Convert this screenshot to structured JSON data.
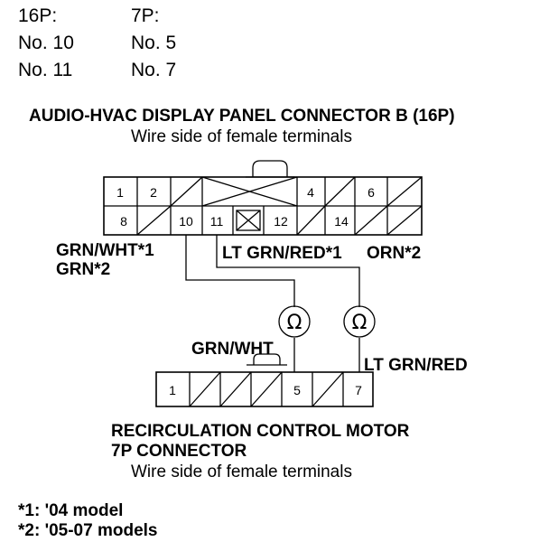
{
  "pin_table": {
    "col1_header": "16P:",
    "col2_header": "7P:",
    "rows": [
      {
        "p16": "No. 10",
        "p7": "No. 5"
      },
      {
        "p16": "No. 11",
        "p7": "No. 7"
      }
    ]
  },
  "connector_b": {
    "title": "AUDIO-HVAC DISPLAY PANEL CONNECTOR B (16P)",
    "subtitle": "Wire side of female terminals",
    "top_row": [
      "1",
      "2",
      "",
      "",
      "",
      "4",
      "",
      "6",
      ""
    ],
    "bottom_row": [
      "8",
      "",
      "10",
      "11",
      "",
      "12",
      "",
      "14",
      "",
      ""
    ]
  },
  "wire_labels": {
    "grn_wht_1": "GRN/WHT*1",
    "grn_2": "GRN*2",
    "lt_grn_red_1": "LT GRN/RED*1",
    "orn_2": "ORN*2",
    "grn_wht": "GRN/WHT",
    "lt_grn_red": "LT GRN/RED"
  },
  "ohm_symbol": "Ω",
  "connector_7p": {
    "title_line1": "RECIRCULATION CONTROL MOTOR",
    "title_line2": "7P CONNECTOR",
    "subtitle": "Wire side of female terminals",
    "cells": [
      "1",
      "",
      "",
      "",
      "5",
      "",
      "7"
    ]
  },
  "footnotes": [
    "*1: '04 model",
    "*2: '05-07 models"
  ]
}
